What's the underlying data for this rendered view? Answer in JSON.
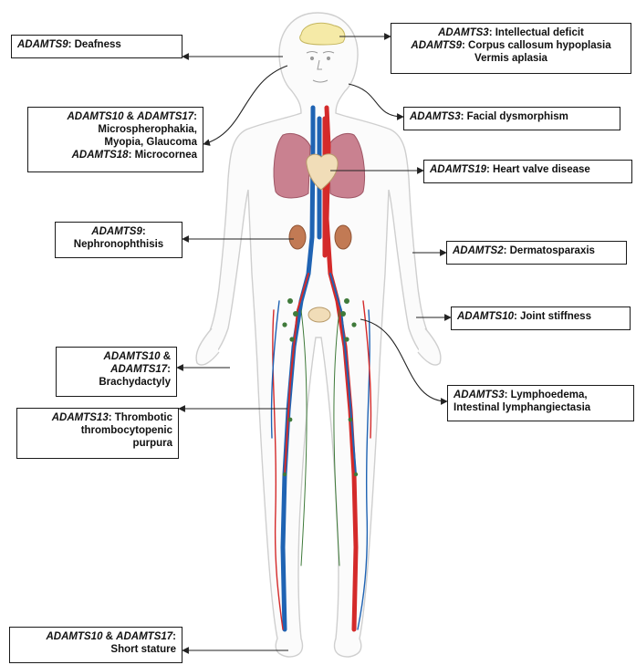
{
  "labels": {
    "adamts9_deafness": {
      "l1_gene": "ADAMTS9",
      "l1_text": ": Deafness"
    },
    "adamts3_brain": {
      "l1_gene": "ADAMTS3",
      "l1_text": ": Intellectual deficit",
      "l2_gene": "ADAMTS9",
      "l2_text": ": Corpus callosum hypoplasia",
      "l3_text": "Vermis aplasia"
    },
    "adamts10_eye": {
      "l1_gene_a": "ADAMTS10",
      "l1_amp": " & ",
      "l1_gene_b": "ADAMTS17",
      "l1_colon": ":",
      "l2_text": "Microspherophakia,",
      "l3_text": "Myopia, Glaucoma",
      "l4_gene": "ADAMTS18",
      "l4_text": ": Microcornea"
    },
    "adamts3_face": {
      "l1_gene": "ADAMTS3",
      "l1_text": ": Facial dysmorphism"
    },
    "adamts19_heart": {
      "l1_gene": "ADAMTS19",
      "l1_text": ": Heart valve disease"
    },
    "adamts9_kidney": {
      "l1_gene": "ADAMTS9",
      "l1_colon": ":",
      "l2_text": "Nephronophthisis"
    },
    "adamts2_skin": {
      "l1_gene": "ADAMTS2",
      "l1_text": ": Dermatosparaxis"
    },
    "adamts10_joint": {
      "l1_gene": "ADAMTS10",
      "l1_text": ": Joint stiffness"
    },
    "adamts10_hand": {
      "l1_gene": "ADAMTS10",
      "l1_amp": " &",
      "l2_gene": "ADAMTS17",
      "l2_colon": ":",
      "l3_text": "Brachydactyly"
    },
    "adamts3_lymph": {
      "l1_gene": "ADAMTS3",
      "l1_text": ": Lymphoedema,",
      "l2_text": "Intestinal lymphangiectasia"
    },
    "adamts13_blood": {
      "l1_gene": "ADAMTS13",
      "l1_text": ": Thrombotic",
      "l2_text": "thrombocytopenic",
      "l3_text": "purpura"
    },
    "adamts10_stature": {
      "l1_gene_a": "ADAMTS10",
      "l1_amp": " & ",
      "l1_gene_b": "ADAMTS17",
      "l1_colon": ":",
      "l2_text": "Short stature"
    }
  },
  "colors": {
    "artery": "#d42a2a",
    "vein": "#1f63b3",
    "lymph": "#3f7a3a",
    "lung": "#c98190",
    "heart": "#f1ddb8",
    "kidney": "#c27a54",
    "brain": "#f5eaa7",
    "body_outline": "#cfcfcf",
    "arrow": "#222222"
  }
}
